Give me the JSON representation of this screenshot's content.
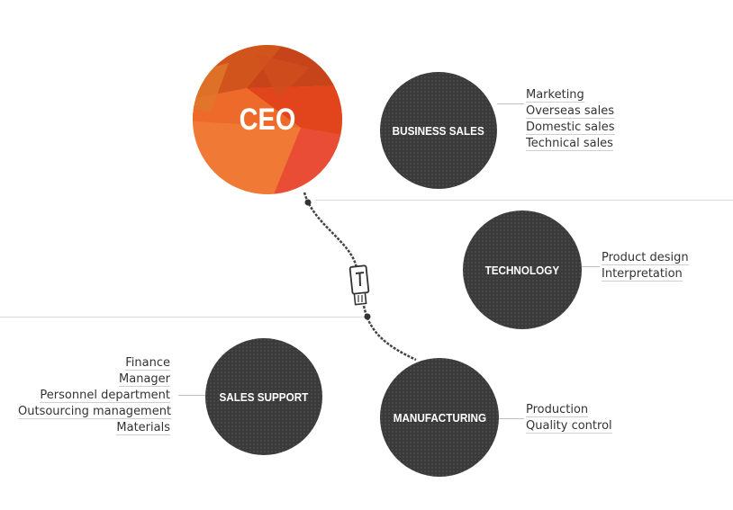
{
  "colors": {
    "node_fill": "#3a3a3a",
    "ceo_orange": "#e8652a",
    "line": "#d9d9d9"
  },
  "ceo": {
    "label": "CEO"
  },
  "nodes": {
    "business_sales": {
      "label": "BUSINESS SALES",
      "items": [
        "Marketing",
        "Overseas sales",
        "Domestic sales",
        "Technical sales"
      ]
    },
    "technology": {
      "label": "TECHNOLOGY",
      "items": [
        "Product design",
        "Interpretation"
      ]
    },
    "sales_support": {
      "label": "SALES SUPPORT",
      "items": [
        "Finance",
        "Manager",
        "Personnel department",
        "Outsourcing management",
        "Materials"
      ]
    },
    "manufacturing": {
      "label": "MANUFACTURING",
      "items": [
        "Production",
        "Quality control"
      ]
    }
  },
  "icons": {
    "connector": "usb-plug-icon"
  }
}
